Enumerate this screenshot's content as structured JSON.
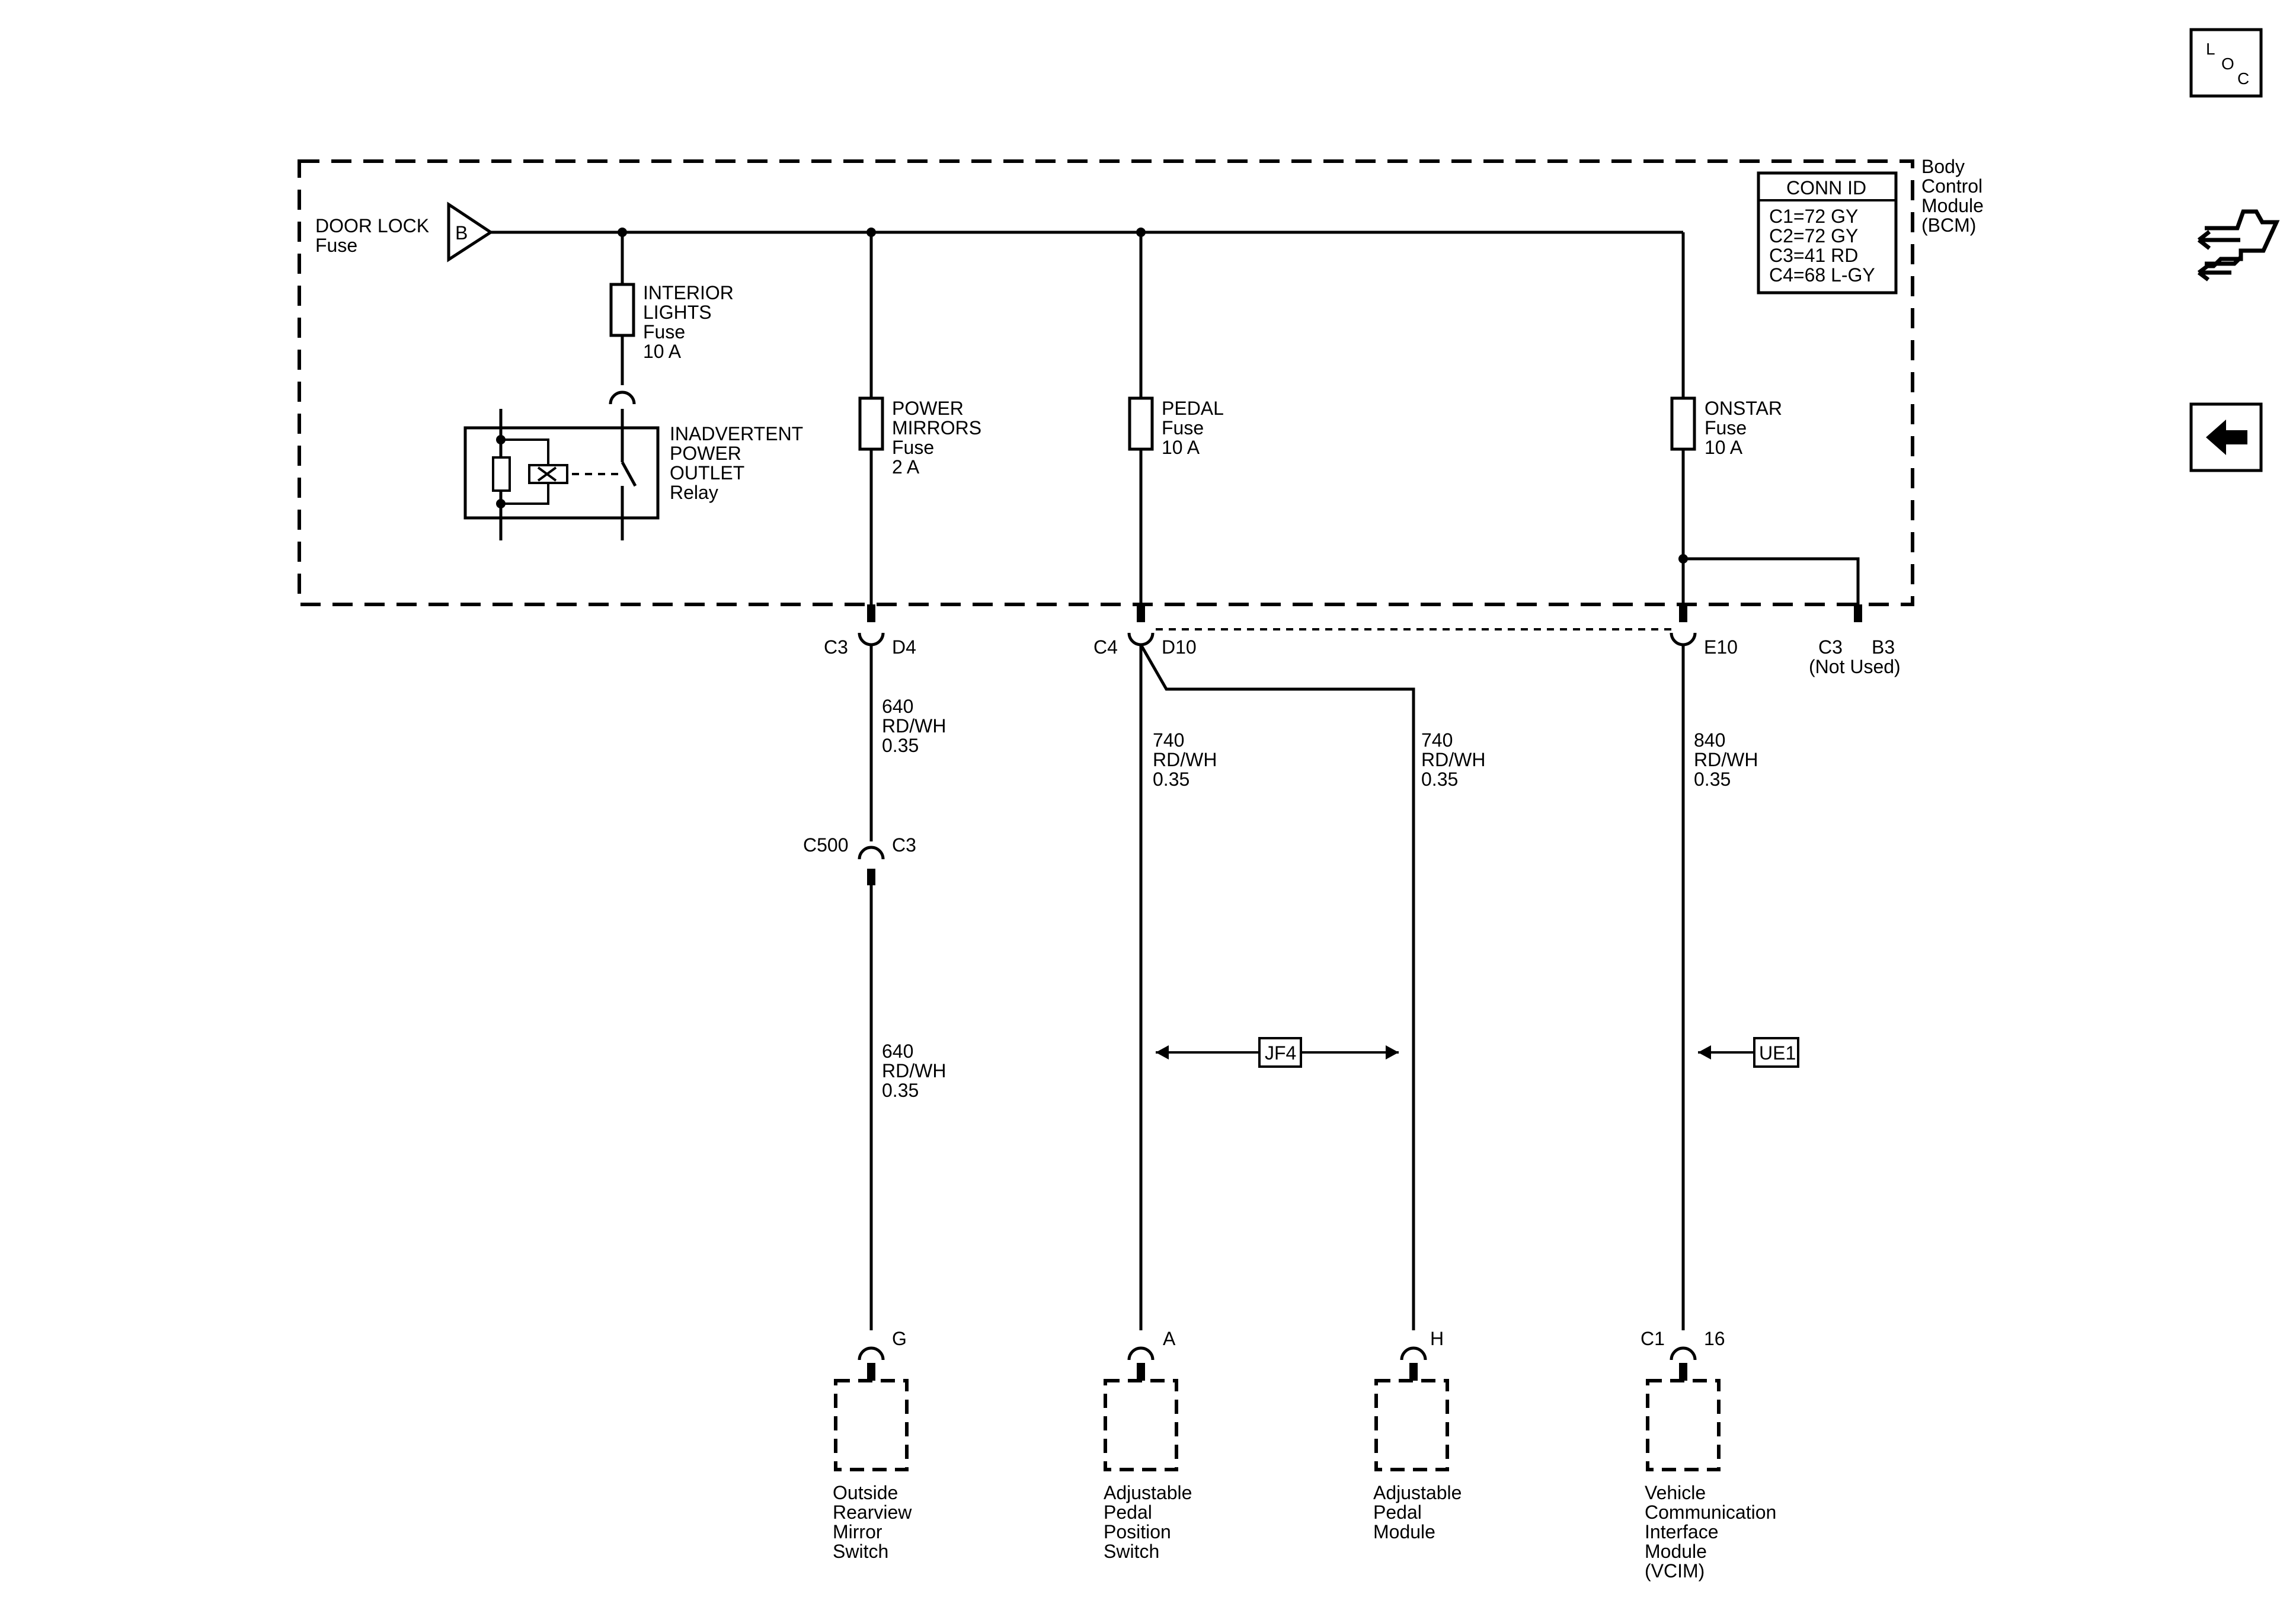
{
  "nav": {
    "loc_letters": [
      "L",
      "O",
      "C"
    ]
  },
  "bcm": {
    "line1": "Body",
    "line2": "Control",
    "line3": "Module",
    "line4": "(BCM)",
    "conn_title": "CONN ID",
    "conn": [
      "C1=72 GY",
      "C2=72 GY",
      "C3=41 RD",
      "C4=68 L-GY"
    ]
  },
  "source": {
    "label1": "DOOR LOCK",
    "label2": "Fuse",
    "terminal": "B"
  },
  "fuses": {
    "interior": [
      "INTERIOR",
      "LIGHTS",
      "Fuse",
      "10 A"
    ],
    "mirrors": [
      "POWER",
      "MIRRORS",
      "Fuse",
      "2 A"
    ],
    "pedal": [
      "PEDAL",
      "Fuse",
      "10 A"
    ],
    "onstar": [
      "ONSTAR",
      "Fuse",
      "10 A"
    ]
  },
  "relay": [
    "INADVERTENT",
    "POWER",
    "OUTLET",
    "Relay"
  ],
  "connectors": {
    "c3": "C3",
    "d4": "D4",
    "c4": "C4",
    "d10": "D10",
    "e10": "E10",
    "c3b": "C3",
    "b3": "B3",
    "not_used": "(Not Used)",
    "c500": "C500",
    "c500_c3": "C3",
    "g": "G",
    "a": "A",
    "h": "H",
    "c1": "C1",
    "p16": "16"
  },
  "wires": {
    "w640a": [
      "640",
      "RD/WH",
      "0.35"
    ],
    "w640b": [
      "640",
      "RD/WH",
      "0.35"
    ],
    "w740a": [
      "740",
      "RD/WH",
      "0.35"
    ],
    "w740b": [
      "740",
      "RD/WH",
      "0.35"
    ],
    "w840": [
      "840",
      "RD/WH",
      "0.35"
    ]
  },
  "refs": {
    "jf4": "JF4",
    "ue1": "UE1"
  },
  "components": {
    "mirror": [
      "Outside",
      "Rearview",
      "Mirror",
      "Switch"
    ],
    "pedal_switch": [
      "Adjustable",
      "Pedal",
      "Position",
      "Switch"
    ],
    "pedal_module": [
      "Adjustable",
      "Pedal",
      "Module"
    ],
    "vcim": [
      "Vehicle",
      "Communication",
      "Interface",
      "Module",
      "(VCIM)"
    ]
  }
}
